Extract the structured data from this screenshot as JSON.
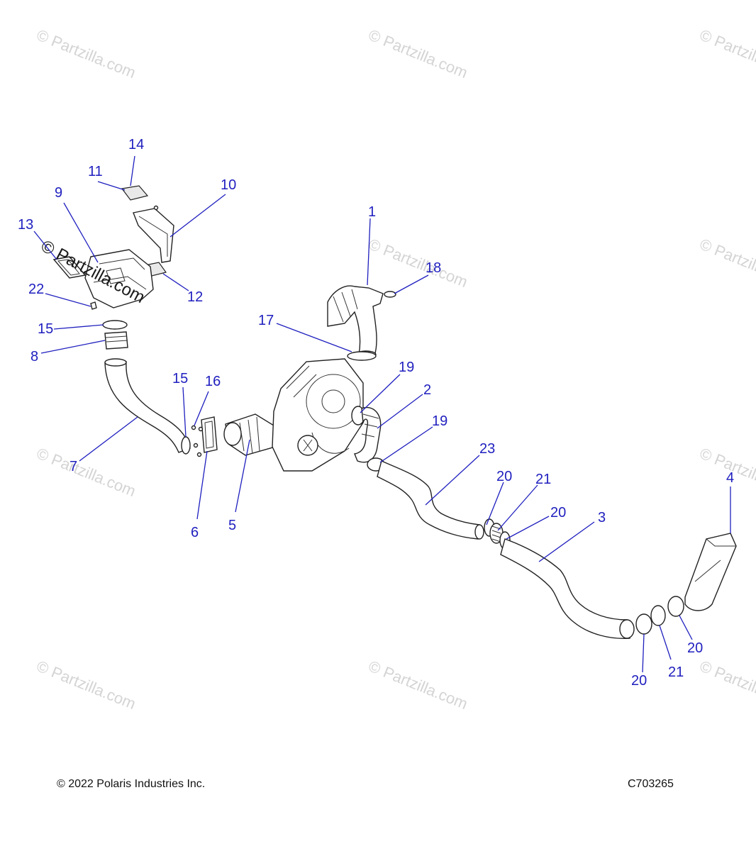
{
  "watermark": {
    "text": "© Partzilla.com",
    "dark_text": "© Partzilla.com"
  },
  "callouts": {
    "c1": "1",
    "c2": "2",
    "c3": "3",
    "c4": "4",
    "c5": "5",
    "c6": "6",
    "c7": "7",
    "c8": "8",
    "c9": "9",
    "c10": "10",
    "c11": "11",
    "c12": "12",
    "c13": "13",
    "c14": "14",
    "c15a": "15",
    "c15b": "15",
    "c16": "16",
    "c17": "17",
    "c18": "18",
    "c19a": "19",
    "c19b": "19",
    "c20a": "20",
    "c20b": "20",
    "c20c": "20",
    "c20d": "20",
    "c21a": "21",
    "c21b": "21",
    "c22": "22",
    "c23": "23"
  },
  "footer": {
    "copyright": "© 2022 Polaris Industries Inc.",
    "diagram_code": "C703265"
  },
  "colors": {
    "callout": "#1f1fbf",
    "line_art": "#222222",
    "watermark": "#d4d4d4"
  }
}
